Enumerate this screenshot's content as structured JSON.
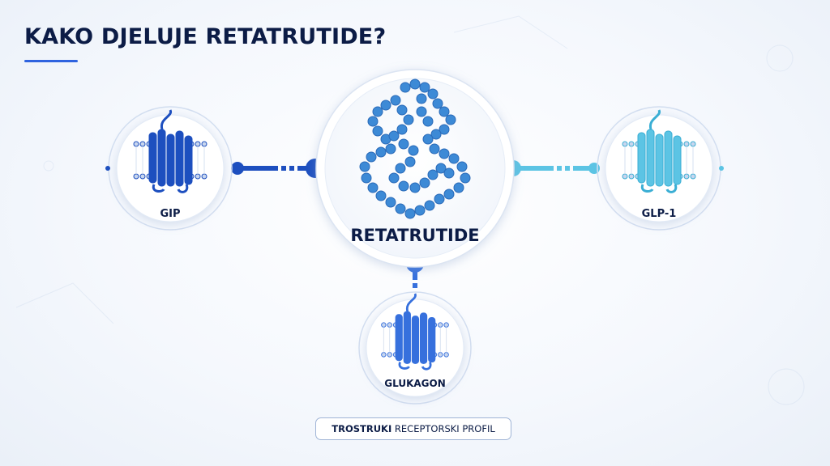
{
  "title": "KAKO DJELUJE RETATRUTIDE?",
  "colors": {
    "navy": "#0c1c46",
    "accent_blue": "#2f63df",
    "gip_blue": "#1d4fbf",
    "glucagon_blue": "#3670dd",
    "glp1_cyan": "#5cc4e4",
    "molecule_blue": "#3d8ad6"
  },
  "nodes": {
    "center": {
      "label": "RETATRUTIDE",
      "icon": "peptide-molecule-icon"
    },
    "gip": {
      "label": "GIP",
      "icon": "receptor-membrane-icon"
    },
    "glp1": {
      "label": "GLP-1",
      "icon": "receptor-membrane-icon"
    },
    "glucagon": {
      "label": "GLUKAGON",
      "icon": "receptor-membrane-icon"
    }
  },
  "footer": {
    "bold": "TROSTRUKI",
    "regular": "RECEPTORSKI PROFIL"
  }
}
